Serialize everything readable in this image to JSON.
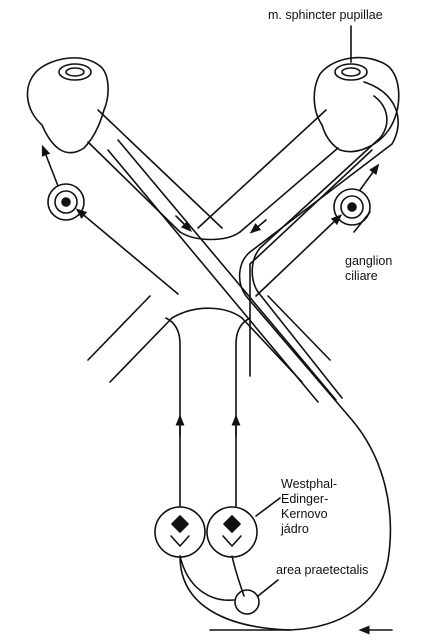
{
  "labels": {
    "sphincter": "m. sphincter pupillae",
    "ganglion": [
      "ganglion",
      "ciliare"
    ],
    "westphal": [
      "Westphal-",
      "Edinger-",
      "Kernovo",
      "jádro"
    ],
    "area": "area praetectalis"
  },
  "colors": {
    "ink": "#111111",
    "background": "#ffffff"
  }
}
